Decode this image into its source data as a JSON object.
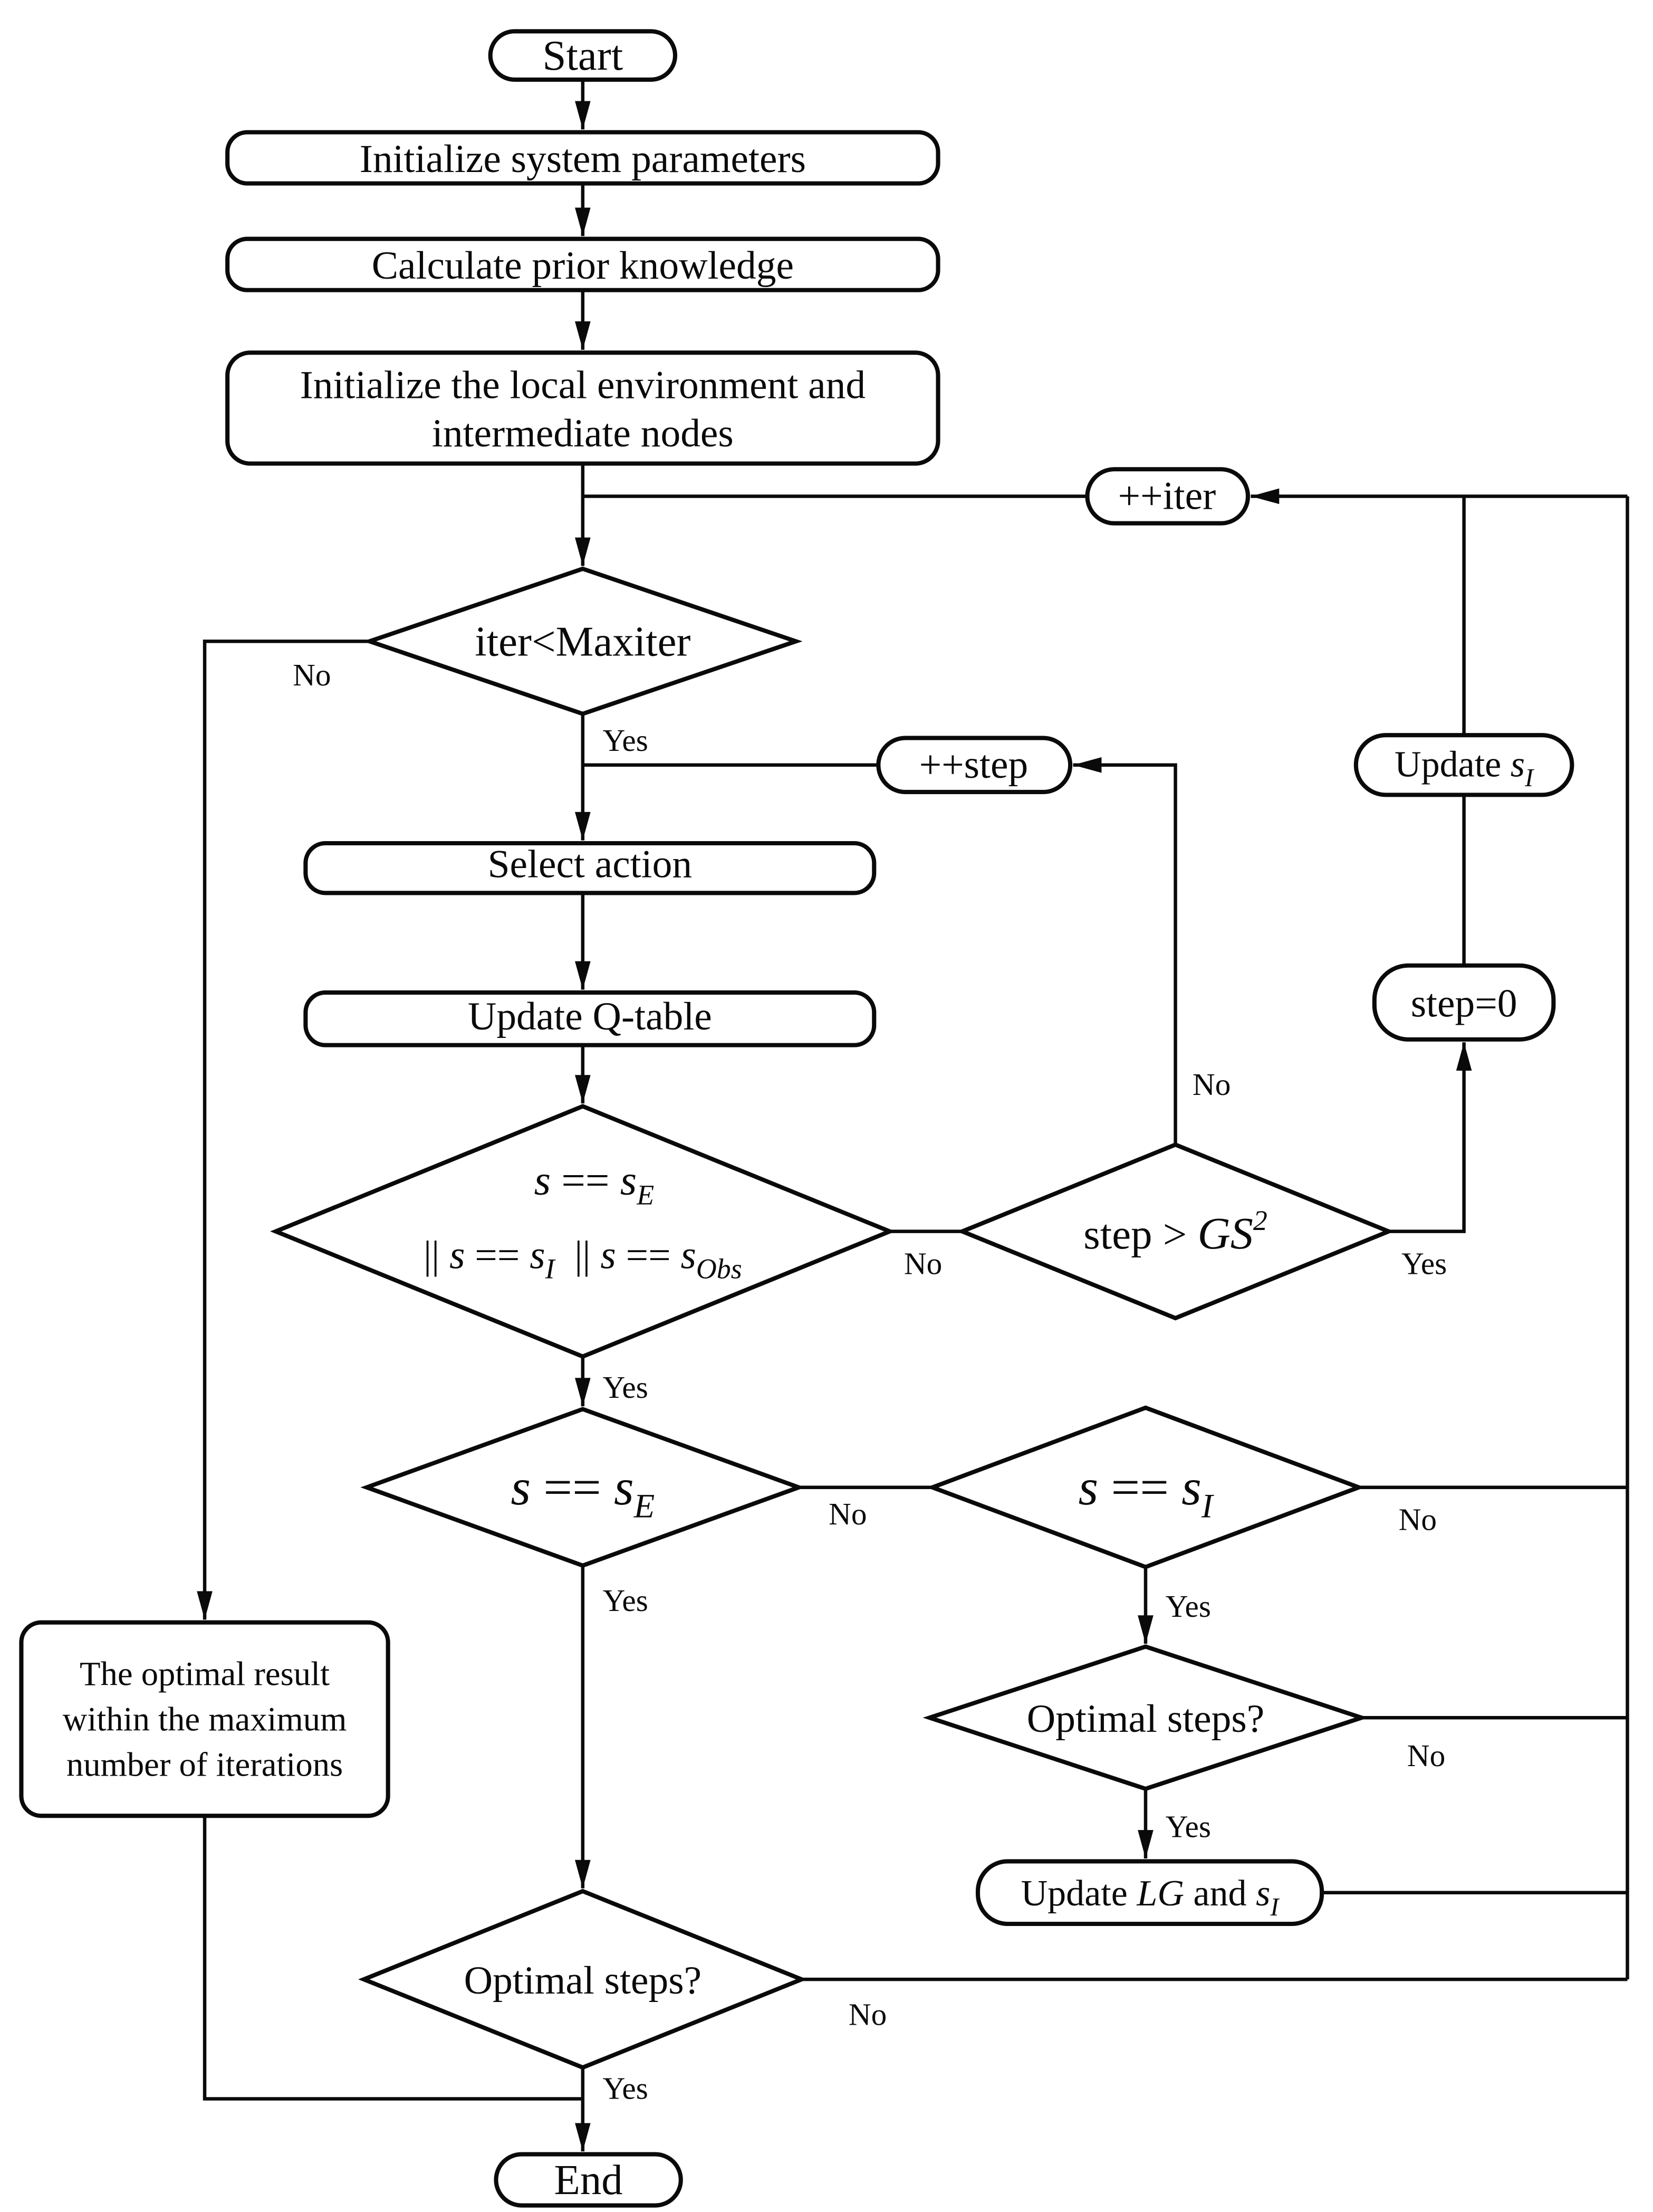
{
  "diagram": {
    "type": "flowchart",
    "colors": {
      "stroke": "#0a0a0a",
      "fill": "#ffffff",
      "background": "#ffffff"
    },
    "nodes": {
      "start": {
        "label": "Start"
      },
      "init_params": {
        "label": "Initialize system parameters"
      },
      "calc_prior": {
        "label": "Calculate prior knowledge"
      },
      "init_env": {
        "line1": "Initialize the local environment and",
        "line2": "intermediate nodes"
      },
      "inc_iter": {
        "label": "++iter"
      },
      "iter_check": {
        "label": "iter<Maxiter"
      },
      "inc_step": {
        "label": "++step"
      },
      "update_si": {
        "prefix": "Update ",
        "v": "s",
        "sub": "I"
      },
      "select_action": {
        "label": "Select action"
      },
      "update_qtable": {
        "label": "Update Q-table"
      },
      "state_check": {
        "line1": {
          "v1": "s",
          "op": " == ",
          "v2": "s",
          "sub": "E"
        },
        "line2": {
          "b1": "|| ",
          "v1": "s",
          "op1": " == ",
          "v2": "s",
          "sub1": "I",
          "b2": "  || ",
          "v3": "s",
          "op2": " == ",
          "v4": "s",
          "sub2": "Obs"
        }
      },
      "step_check": {
        "prefix": "step > ",
        "var": "GS",
        "sup": "2"
      },
      "step_reset": {
        "label": "step=0"
      },
      "se_check": {
        "v1": "s",
        "op": " == ",
        "v2": "s",
        "sub": "E"
      },
      "si_check": {
        "v1": "s",
        "op": " == ",
        "v2": "s",
        "sub": "I"
      },
      "optimal_steps_right": {
        "label": "Optimal steps?"
      },
      "update_lg": {
        "prefix": "Update ",
        "v1": "LG",
        "mid": " and ",
        "v2": "s",
        "sub": "I"
      },
      "optimal_result": {
        "line1": "The optimal result",
        "line2": "within the maximum",
        "line3": "number of iterations"
      },
      "optimal_steps_bottom": {
        "label": "Optimal steps?"
      },
      "end": {
        "label": "End"
      }
    },
    "edge_labels": {
      "iter_no": "No",
      "iter_yes": "Yes",
      "state_no": "No",
      "state_yes": "Yes",
      "step_no": "No",
      "step_yes": "Yes",
      "se_no": "No",
      "se_yes": "Yes",
      "si_no": "No",
      "si_yes": "Yes",
      "optr_no": "No",
      "optr_yes": "Yes",
      "optb_no": "No",
      "optb_yes": "Yes"
    }
  }
}
